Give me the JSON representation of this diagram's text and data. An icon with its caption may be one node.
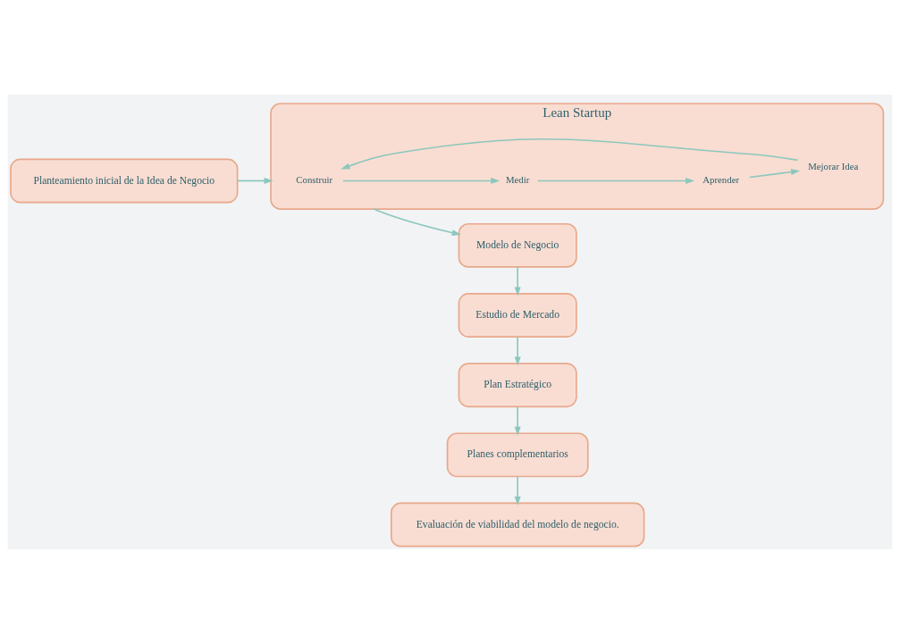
{
  "diagram": {
    "nodes": [
      {
        "text": [
          "Planteamiento inicial de la Idea de Negocio"
        ]
      },
      {
        "text": [
          "Lean Startup"
        ]
      },
      {
        "text": [
          "Construir"
        ],
        "in": 1
      },
      {
        "text": [
          "Medir"
        ],
        "in": 1
      },
      {
        "text": [
          "Aprender"
        ],
        "in": 1
      },
      {
        "text": [
          "Mejorar Idea"
        ],
        "in": 1
      },
      {
        "text": [
          "Modelo de Negocio"
        ]
      },
      {
        "text": [
          "Estudio de Mercado"
        ]
      },
      {
        "text": [
          "Plan Estratégico"
        ]
      },
      {
        "text": [
          "Planes complementarios"
        ]
      },
      {
        "text": [
          "Evaluación de viabilidad del modelo de negocio."
        ]
      }
    ],
    "edges": [
      {
        "from": 0,
        "to": 1,
        "arrow": "to"
      },
      {
        "from": 2,
        "to": 3,
        "arrow": "to"
      },
      {
        "from": 3,
        "to": 4,
        "arrow": "to"
      },
      {
        "from": 4,
        "to": 5,
        "arrow": "to"
      },
      {
        "from": 5,
        "to": 2,
        "arrow": "to"
      },
      {
        "from": 1,
        "to": 6,
        "arrow": "to"
      },
      {
        "from": 6,
        "to": 7,
        "arrow": "to"
      },
      {
        "from": 7,
        "to": 8,
        "arrow": "to"
      },
      {
        "from": 8,
        "to": 9,
        "arrow": "to"
      },
      {
        "from": 9,
        "to": 10,
        "arrow": "to"
      }
    ]
  }
}
